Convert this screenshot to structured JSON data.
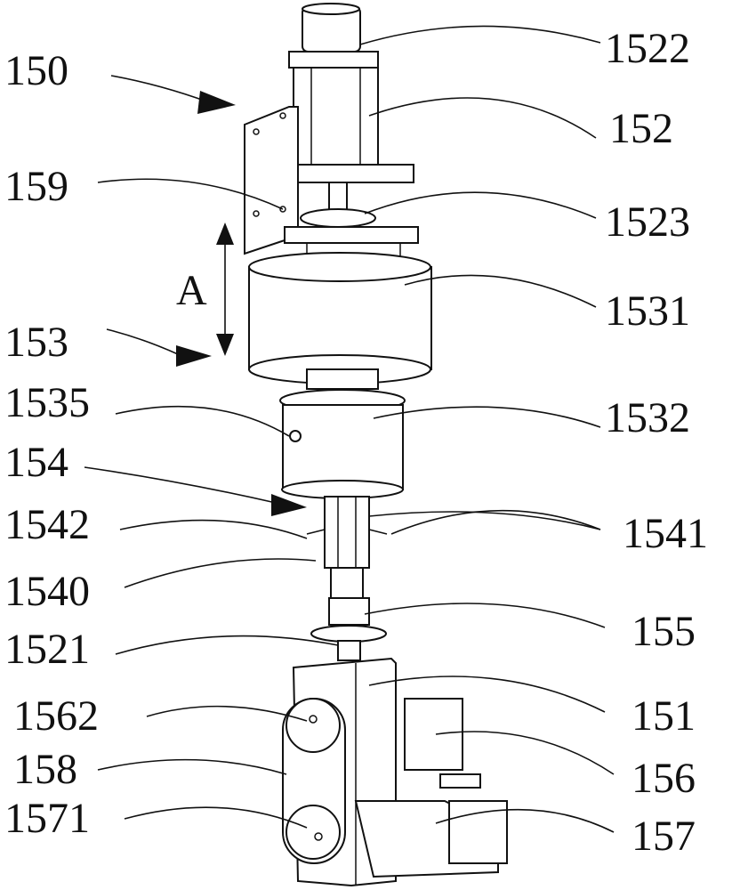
{
  "figure": {
    "labels_left": {
      "l150": "150",
      "l159": "159",
      "lA": "A",
      "l153": "153",
      "l1535": "1535",
      "l154": "154",
      "l1542": "1542",
      "l1540": "1540",
      "l1521": "1521",
      "l1562": "1562",
      "l158": "158",
      "l1571": "1571"
    },
    "labels_right": {
      "l1522": "1522",
      "l152": "152",
      "l1523": "1523",
      "l1531": "1531",
      "l1532": "1532",
      "l1541": "1541",
      "l155": "155",
      "l151": "151",
      "l156": "156",
      "l157": "157"
    }
  }
}
